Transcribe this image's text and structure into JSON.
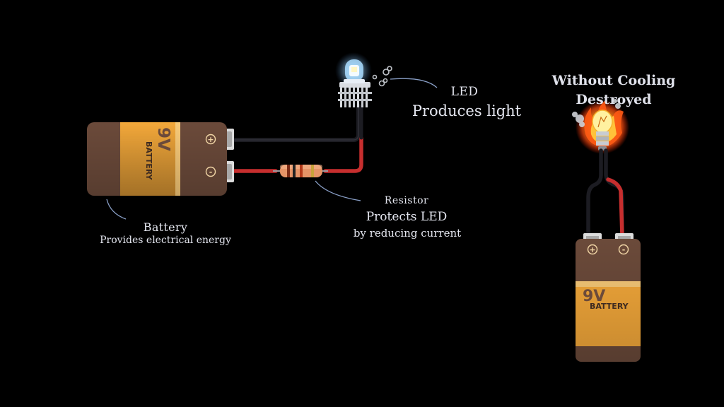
{
  "led": {
    "name": "LED",
    "description": "Produces light"
  },
  "resistor": {
    "name": "Resistor",
    "description": "Protects LED",
    "detail": "by reducing current"
  },
  "battery": {
    "name": "Battery",
    "description": "Provides electrical energy",
    "voltage_text": "9V",
    "brand_text": "BATTERY",
    "plus_symbol": "+",
    "minus_symbol": "-"
  },
  "warning": {
    "line1": "Without Cooling",
    "line2": "Destroyed"
  },
  "colors": {
    "background": "#000000",
    "battery_brown": "#6b4a3a",
    "battery_orange": "#f3a83a",
    "wire_black": "#1c1c22",
    "wire_red": "#c62e2e",
    "led_glow": "#9fd6ff",
    "fire": "#ff7a1a",
    "label_text": "#e4e6ef"
  }
}
